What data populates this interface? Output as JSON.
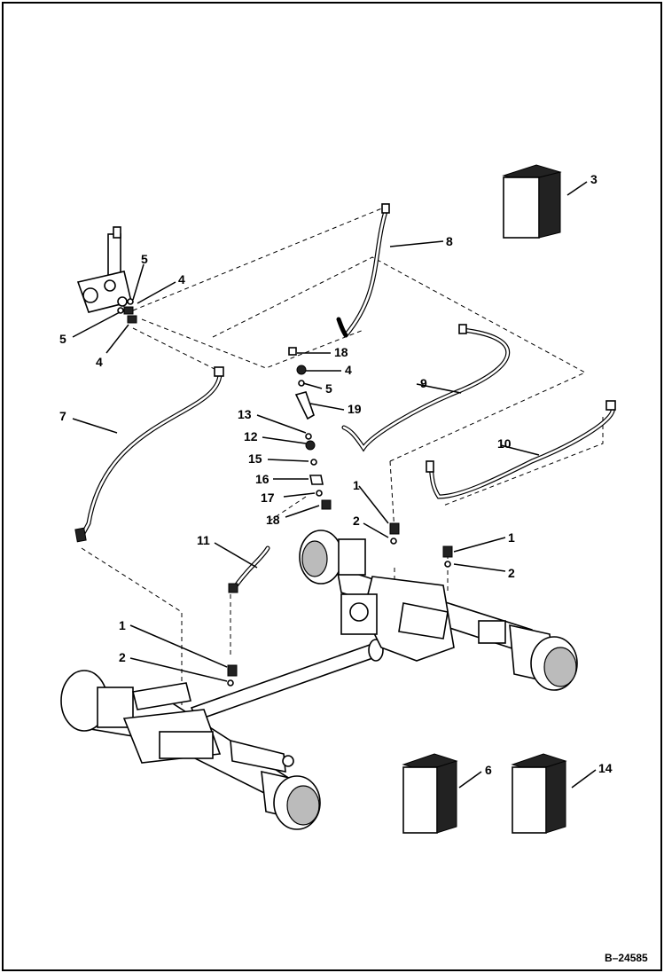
{
  "figure_id": "B–24585",
  "callouts": {
    "c1a": "1",
    "c1b": "1",
    "c1c": "1",
    "c2a": "2",
    "c2b": "2",
    "c2c": "2",
    "c3": "3",
    "c4a": "4",
    "c4b": "4",
    "c4c": "4",
    "c5a": "5",
    "c5b": "5",
    "c5c": "5",
    "c6": "6",
    "c7": "7",
    "c8": "8",
    "c9": "9",
    "c10": "10",
    "c11": "11",
    "c12": "12",
    "c13": "13",
    "c14": "14",
    "c15": "15",
    "c16": "16",
    "c17": "17",
    "c18a": "18",
    "c18b": "18",
    "c19": "19"
  }
}
